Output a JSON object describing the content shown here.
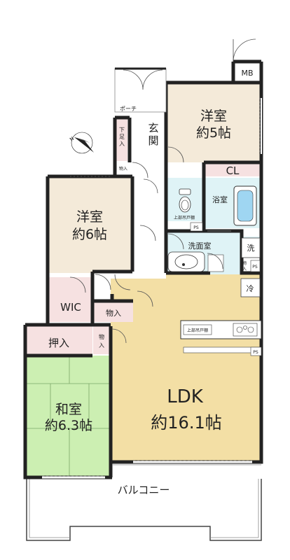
{
  "rooms": {
    "western_5": {
      "name": "洋室",
      "size": "約5帖"
    },
    "western_6": {
      "name": "洋室",
      "size": "約6帖"
    },
    "japanese": {
      "name": "和室",
      "size": "約6.3帖"
    },
    "ldk": {
      "name": "LDK",
      "size": "約16.1帖"
    },
    "closet_cl": "CL",
    "bathroom": "浴室",
    "washroom": "洗面室",
    "wic": "WIC",
    "storage_1": "物入",
    "storage_2": "物",
    "storage_2b": "入",
    "oshiire": "押入",
    "entrance_1": "玄",
    "entrance_2": "関",
    "shoe_box_1": "下",
    "shoe_box_2": "足",
    "shoe_box_3": "入",
    "small_storage": "物入",
    "porch": "ポーチ",
    "balcony": "バルコニー",
    "meter_box": "MB",
    "laundry": "洗",
    "fridge": "冷",
    "ps": "PS",
    "upper_cabinet": "上部吊戸棚",
    "nook_1": "物",
    "nook_2": "入"
  },
  "colors": {
    "ldk": "#f3dfa5",
    "western": "#f4ead9",
    "japanese": "#ccefb2",
    "wet": "#dff3f6",
    "pink": "#f6e1e1",
    "floor": "#ffffff",
    "wall": "#222222"
  },
  "icons": [
    "compass-icon",
    "bathtub-icon",
    "toilet-icon",
    "sink-icon",
    "stove-icon"
  ]
}
